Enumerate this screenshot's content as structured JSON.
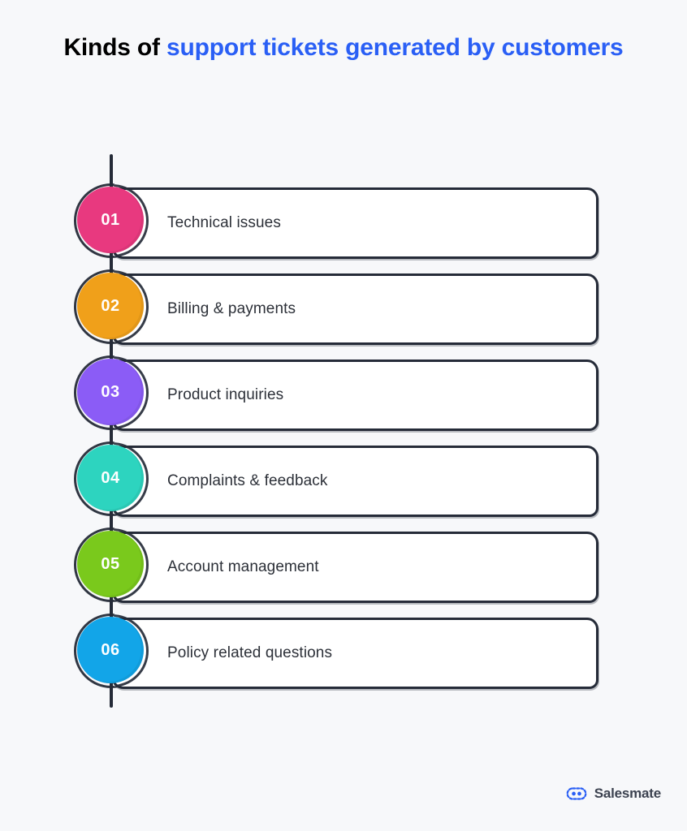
{
  "title": {
    "plain": "Kinds of ",
    "accent": "support tickets generated by customers",
    "accent_color": "#2a5ff5",
    "plain_color": "#17181c"
  },
  "timeline": {
    "line_color": "#252b38",
    "items": [
      {
        "number": "01",
        "label": "Technical issues",
        "color": "#e8397f"
      },
      {
        "number": "02",
        "label": "Billing & payments",
        "color": "#f0a01a"
      },
      {
        "number": "03",
        "label": "Product inquiries",
        "color": "#8b5cf6"
      },
      {
        "number": "04",
        "label": "Complaints & feedback",
        "color": "#2dd4bf"
      },
      {
        "number": "05",
        "label": "Account management",
        "color": "#7ac91c"
      },
      {
        "number": "06",
        "label": "Policy related questions",
        "color": "#12a5e8"
      }
    ]
  },
  "footer": {
    "brand": "Salesmate",
    "mark_color": "#2a5ff5",
    "text_color": "#3c4250"
  },
  "background_color": "#f7f8fa"
}
